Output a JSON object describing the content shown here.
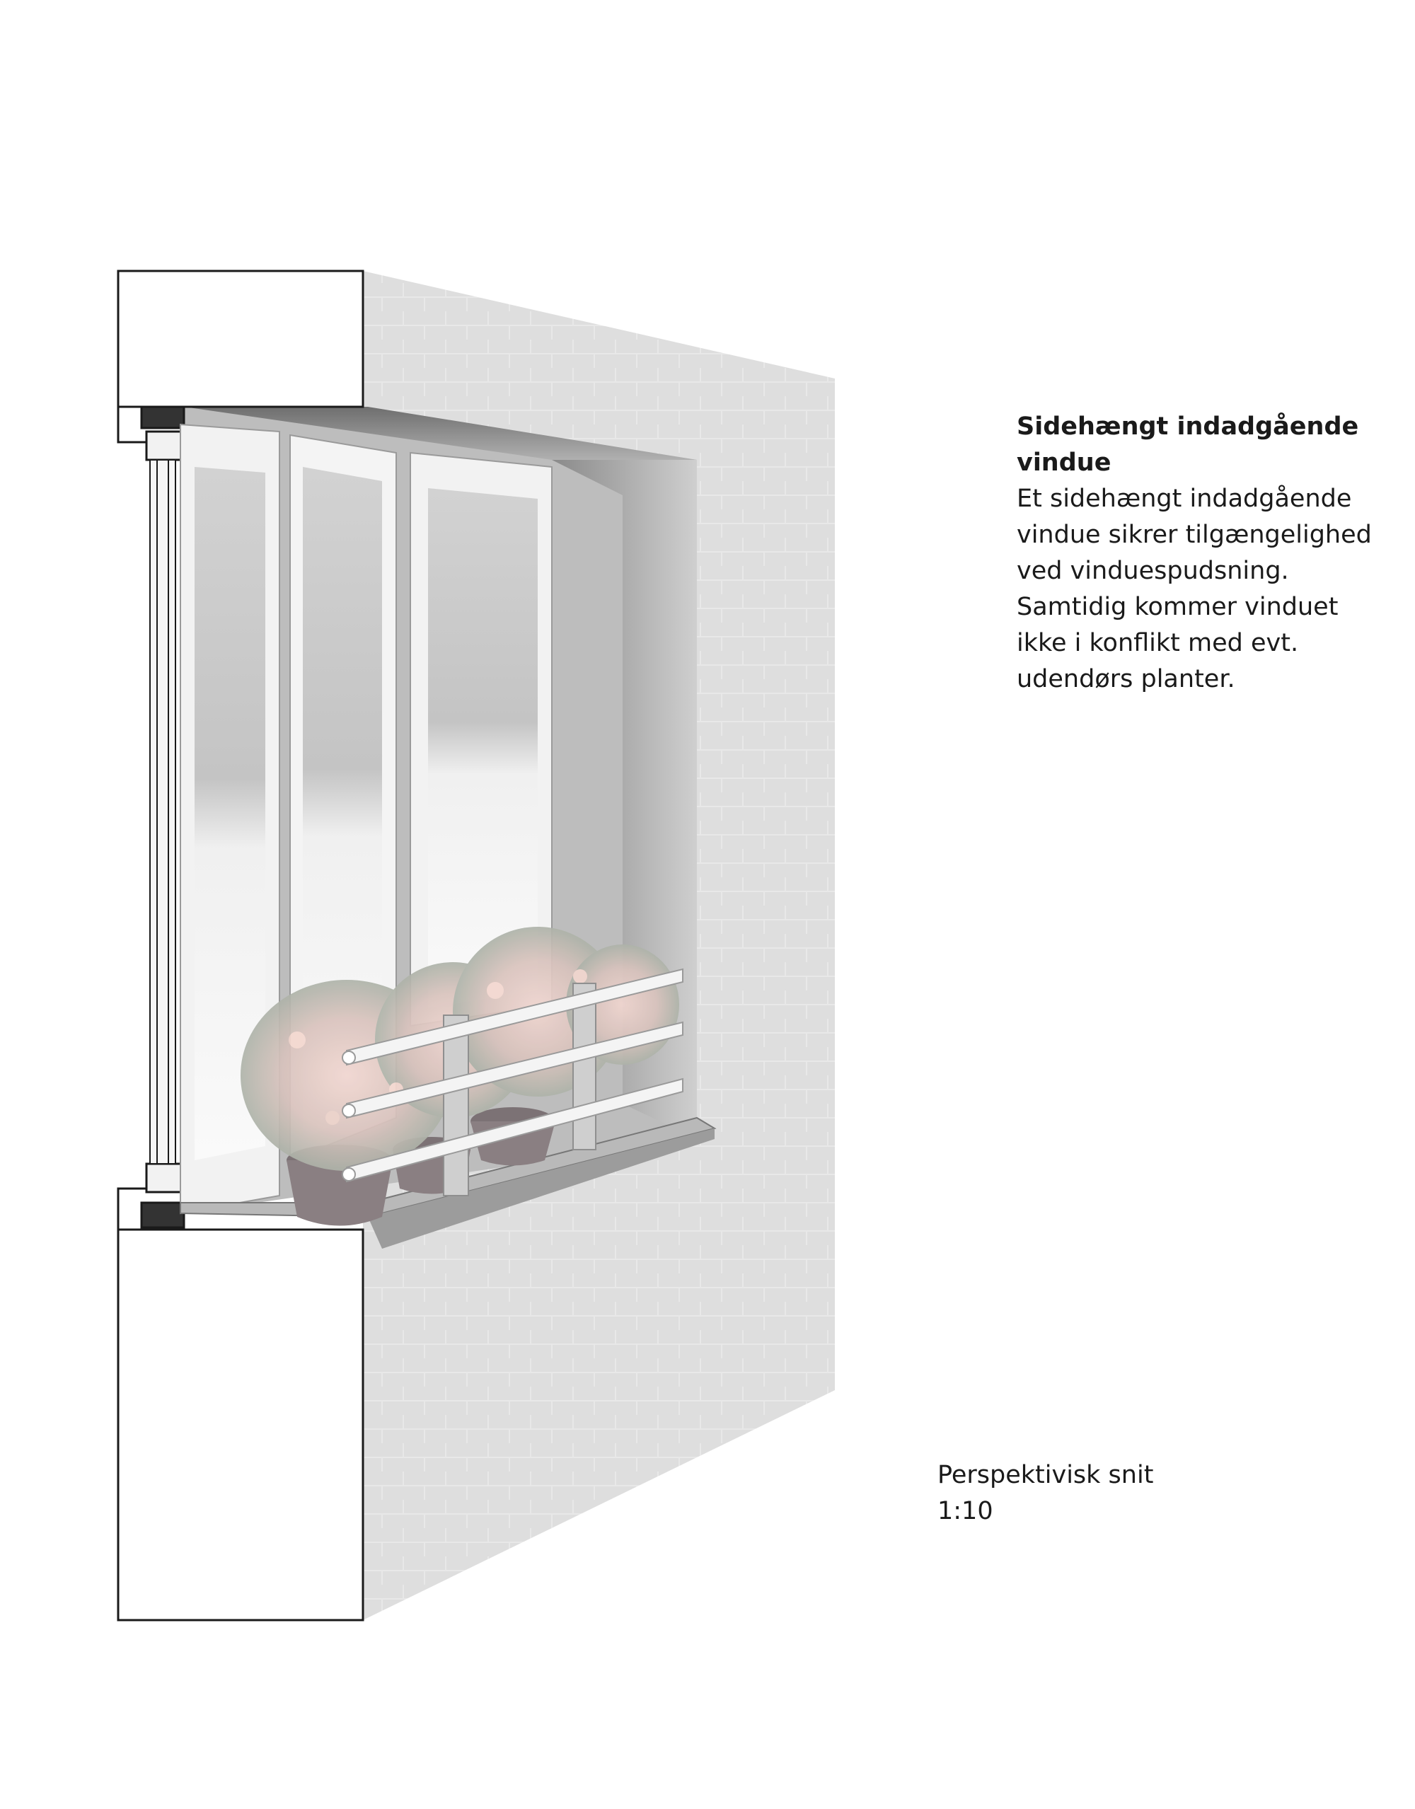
{
  "description": {
    "title": "Sidehængt indadgående vindue",
    "body": "Et sidehængt indadgående vindue sikrer tilgængelighed ved vinduespudsning. Samtidig kommer vinduet ikke i konflikt med evt. udendørs planter."
  },
  "caption": {
    "line1": "Perspektivisk snit",
    "line2": "1:10"
  },
  "colors": {
    "wall": "#dcdcdc",
    "reveal_dark": "#8f8f8f",
    "reveal_light": "#c9c9c9",
    "section_outline": "#1a1a1a",
    "section_fill": "#ffffff",
    "glass": "#e6e6e6",
    "frame": "#f2f2f2",
    "sill": "#b9b9b9",
    "rail": "#f4f4f4",
    "pot": "#8a7f82",
    "flowers": "#e7c9c2"
  }
}
